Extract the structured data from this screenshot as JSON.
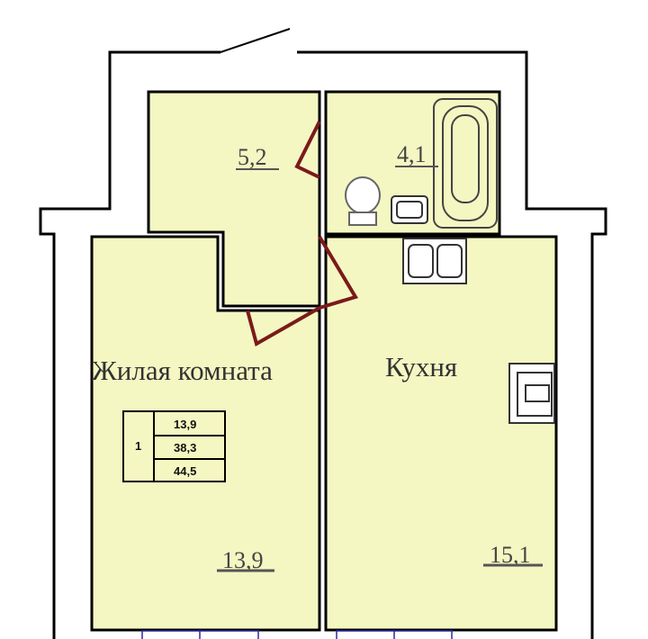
{
  "rooms": [
    {
      "id": "hall",
      "area": "5,2"
    },
    {
      "id": "bathroom",
      "area": "4,1"
    },
    {
      "id": "living",
      "name": "Жилая комната",
      "area": "13,9"
    },
    {
      "id": "kitchen",
      "name": "Кухня",
      "area": "15,1"
    }
  ],
  "summary_table": {
    "rooms_count": "1",
    "living_area": "13,9",
    "usable_area": "38,3",
    "total_area": "44,5"
  },
  "colors": {
    "room_fill": "#f4f7c2",
    "door": "#7a1a1a",
    "window": "#2a2aa0",
    "wall": "#000000"
  }
}
